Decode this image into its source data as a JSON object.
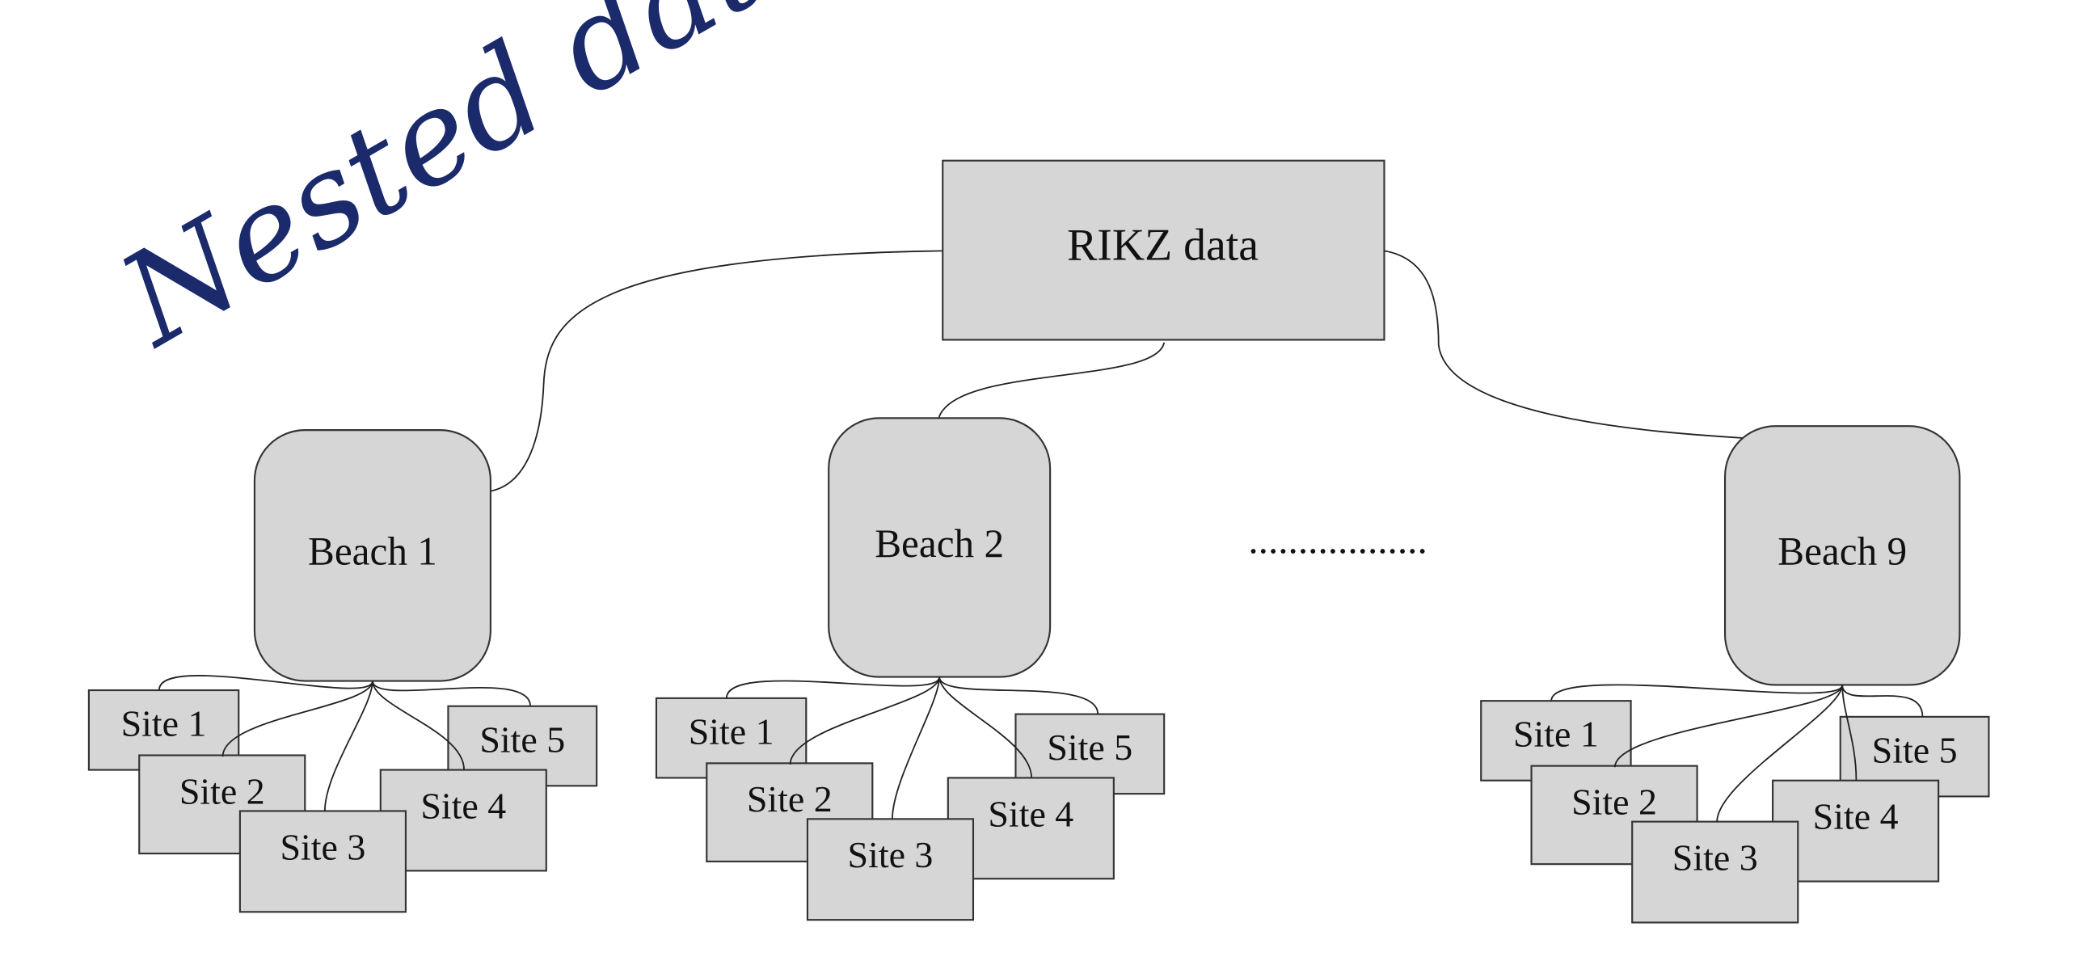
{
  "handwritten_title": "Nested data",
  "root": {
    "label": "RIKZ data"
  },
  "ellipsis": "..................",
  "beaches": [
    {
      "label": "Beach 1",
      "sites": [
        "Site 1",
        "Site 2",
        "Site 3",
        "Site 4",
        "Site 5"
      ]
    },
    {
      "label": "Beach 2",
      "sites": [
        "Site 1",
        "Site 2",
        "Site 3",
        "Site 4",
        "Site 5"
      ]
    },
    {
      "label": "Beach 9",
      "sites": [
        "Site 1",
        "Site 2",
        "Site 3",
        "Site 4",
        "Site 5"
      ]
    }
  ],
  "colors": {
    "node_fill": "#d6d6d6",
    "node_stroke": "#333333",
    "handwriting": "#1b2a6b"
  }
}
